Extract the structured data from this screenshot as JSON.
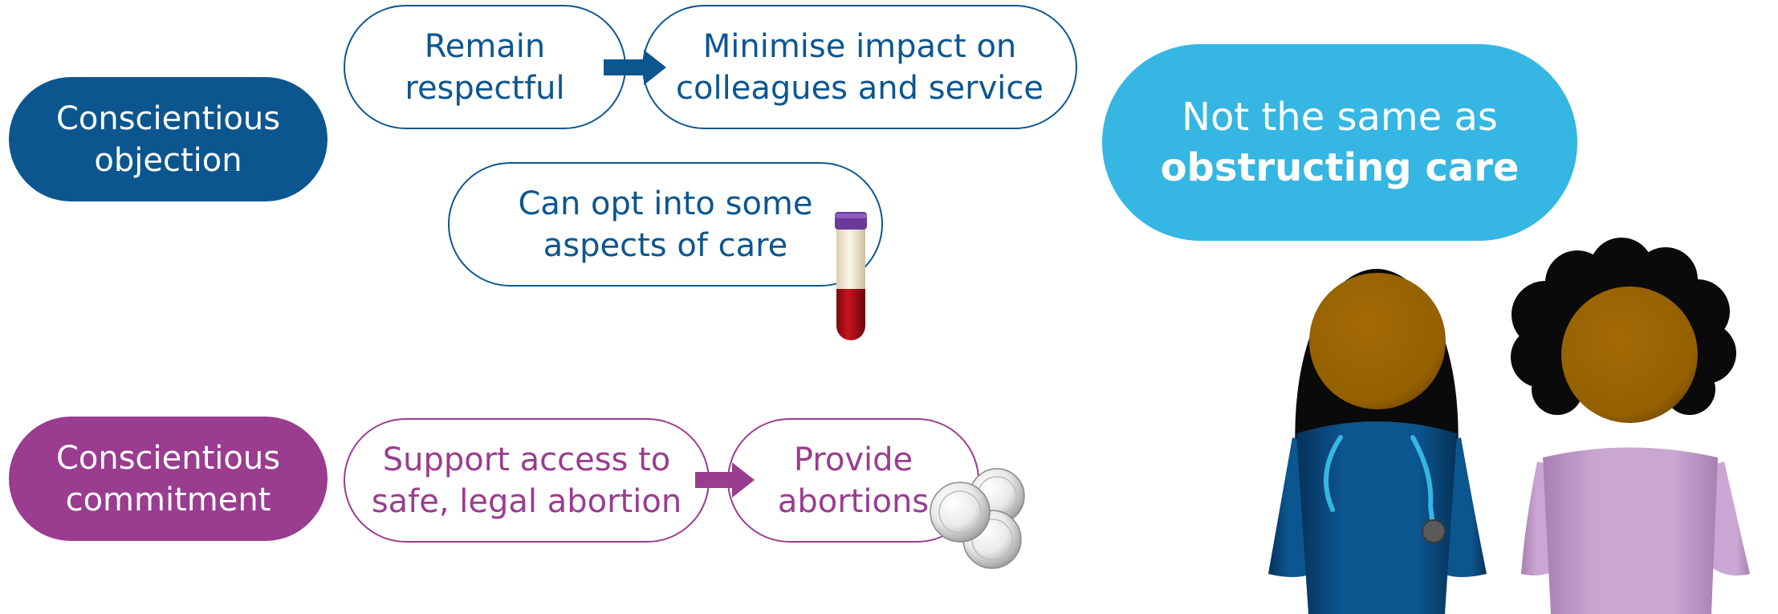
{
  "objection": {
    "label_line1": "Conscientious",
    "label_line2": "objection",
    "remain_line1": "Remain",
    "remain_line2": "respectful",
    "minimise_line1": "Minimise impact on",
    "minimise_line2": "colleagues and service",
    "optin_line1": "Can opt into some",
    "optin_line2": "aspects of care"
  },
  "commitment": {
    "label_line1": "Conscientious",
    "label_line2": "commitment",
    "support_line1": "Support access to",
    "support_line2": "safe, legal abortion",
    "provide_line1": "Provide",
    "provide_line2": "abortions"
  },
  "callout": {
    "line1": "Not the same as",
    "line2": "obstructing care"
  },
  "colors": {
    "blue": "#0c5690",
    "purple": "#9a3c8f",
    "cyan": "#35b6e3",
    "skin": "#9a6200",
    "scrubs": "#0c5690",
    "shirt": "#c8a3d0"
  },
  "icons": [
    "blood-tube-icon",
    "pills-icon",
    "clinician-figure",
    "patient-figure"
  ]
}
